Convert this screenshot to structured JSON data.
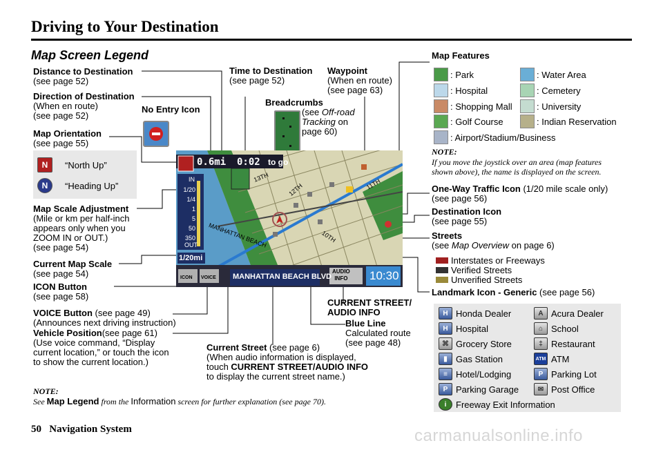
{
  "title": "Driving to Your Destination",
  "section": "Map Screen Legend",
  "labels": {
    "distance": {
      "bold": "Distance to Destination",
      "ref": "(see page 52)"
    },
    "direction": {
      "bold": "Direction of Destination",
      "l1": "(When en route)",
      "l2": "(see page 52)"
    },
    "no_entry": {
      "bold": "No Entry Icon"
    },
    "orientation": {
      "bold": "Map Orientation",
      "ref": "(see page 55)",
      "north": "“North Up”",
      "heading": "“Heading Up”"
    },
    "scale_adj": {
      "bold": "Map Scale Adjustment",
      "l1": "(Mile or km per half-inch",
      "l2": "appears only when you",
      "l3": "ZOOM IN or OUT.)",
      "l4": "(see page 54)"
    },
    "current_scale": {
      "bold": "Current Map Scale",
      "ref": "(see page 54)"
    },
    "icon_button": {
      "bold": "ICON Button",
      "ref": "(see page 58)"
    },
    "voice_button": {
      "bold": "VOICE Button",
      "ref": " (see page 49)",
      "l1": "(Announces next driving instruction)"
    },
    "vehicle_pos": {
      "bold": "Vehicle Position",
      "ref": "(see page 61)",
      "l1": "(Use voice command, “Display",
      "l2": "current location,” or touch the icon",
      "l3": "to show the current location.)"
    },
    "time": {
      "bold": "Time to Destination",
      "ref": "(see page 52)"
    },
    "waypoint": {
      "bold": "Waypoint",
      "l1": "(When en route)",
      "l2": "(see page 63)"
    },
    "breadcrumbs": {
      "bold": "Breadcrumbs",
      "l1a": "(see ",
      "l1b": "Off-road",
      "l2a": "Tracking",
      "l2b": " on",
      "l3": "page 60)"
    },
    "current_street_audio": {
      "l1": "CURRENT STREET/",
      "l2": "AUDIO INFO"
    },
    "blue_line": {
      "bold": "Blue Line",
      "l1": "Calculated route",
      "l2": "(see page 48)"
    },
    "current_street": {
      "bold": "Current Street",
      "ref": " (see page 6)",
      "l1": "(When audio information is displayed,",
      "l2a": "touch ",
      "l2b": "CURRENT STREET/AUDIO INFO",
      "l3": "to display the current street name.)"
    },
    "map_features": {
      "bold": "Map Features"
    },
    "one_way": {
      "bold": "One-Way Traffic Icon",
      "ref": " (1/20 mile scale only)",
      "l1": "(see page 56)"
    },
    "destination_icon": {
      "bold": "Destination Icon",
      "ref": "(see page 55)"
    },
    "streets": {
      "bold": "Streets",
      "l1a": "(see ",
      "l1b": "Map Overview",
      "l1c": " on page 6)"
    },
    "landmark": {
      "bold": "Landmark Icon - Generic",
      "ref": " (see page 56)"
    }
  },
  "features": [
    {
      "label": ": Park",
      "color": "#4a9a48"
    },
    {
      "label": ": Water Area",
      "color": "#6aaed6"
    },
    {
      "label": ": Hospital",
      "color": "#bcd8ea"
    },
    {
      "label": ": Cemetery",
      "color": "#a8d4b4"
    },
    {
      "label": ": Shopping Mall",
      "color": "#c98a66"
    },
    {
      "label": ": University",
      "color": "#c4dcd0"
    },
    {
      "label": ": Golf Course",
      "color": "#5aa852"
    },
    {
      "label": ": Indian Reservation",
      "color": "#b6b08a"
    },
    {
      "label": ": Airport/Stadium/Business",
      "color": "#a8b4c8"
    }
  ],
  "map_note": {
    "head": "NOTE:",
    "l1": "If you move the joystick over an area (map features",
    "l2": "shown above), the name is displayed on the screen."
  },
  "street_types": [
    {
      "label": "Interstates or Freeways",
      "color": "#a02020"
    },
    {
      "label": "Verified Streets",
      "color": "#333333"
    },
    {
      "label": "Unverified Streets",
      "color": "#9a8a3a"
    }
  ],
  "landmarks": [
    {
      "label": "Honda Dealer",
      "icon": "honda-dealer-icon",
      "glyph": "H"
    },
    {
      "label": "Acura Dealer",
      "icon": "acura-dealer-icon",
      "glyph": "A"
    },
    {
      "label": "Hospital",
      "icon": "hospital-icon",
      "glyph": "H"
    },
    {
      "label": "School",
      "icon": "school-icon",
      "glyph": "⌂"
    },
    {
      "label": "Grocery Store",
      "icon": "grocery-store-icon",
      "glyph": "⌘"
    },
    {
      "label": "Restaurant",
      "icon": "restaurant-icon",
      "glyph": "‡"
    },
    {
      "label": "Gas Station",
      "icon": "gas-station-icon",
      "glyph": "▮"
    },
    {
      "label": "ATM",
      "icon": "atm-icon",
      "glyph": "ATM"
    },
    {
      "label": "Hotel/Lodging",
      "icon": "hotel-icon",
      "glyph": "≡"
    },
    {
      "label": "Parking Lot",
      "icon": "parking-lot-icon",
      "glyph": "P"
    },
    {
      "label": "Parking Garage",
      "icon": "parking-garage-icon",
      "glyph": "P"
    },
    {
      "label": "Post Office",
      "icon": "post-office-icon",
      "glyph": "✉"
    },
    {
      "label": "Freeway Exit Information",
      "icon": "freeway-exit-icon",
      "glyph": "i"
    }
  ],
  "screen": {
    "distance": "0.6mi",
    "time": "0:02",
    "to_go": "to go",
    "scale_in": "IN",
    "scale_steps": [
      "1/20",
      "1/4",
      "1",
      "5",
      "50",
      "350"
    ],
    "scale_out": "OUT",
    "current_scale": "1/20mi",
    "icon_btn": "ICON",
    "voice_btn": "VOICE",
    "street_name": "MANHATTAN BEACH BLVD",
    "audio_l1": "AUDIO",
    "audio_l2": "INFO",
    "clock": "10:30",
    "streets": [
      "13TH",
      "12TH",
      "11TH",
      "10TH",
      "MANHATTAN BEACH"
    ]
  },
  "bottom_note": {
    "head": "NOTE:",
    "a": "See ",
    "b": "Map Legend",
    "c": " from the ",
    "d": "Information",
    "e": " screen for further explanation (see page 70)."
  },
  "footer": {
    "page": "50",
    "text": "Navigation System"
  },
  "watermark": "carmanualsonline.info"
}
